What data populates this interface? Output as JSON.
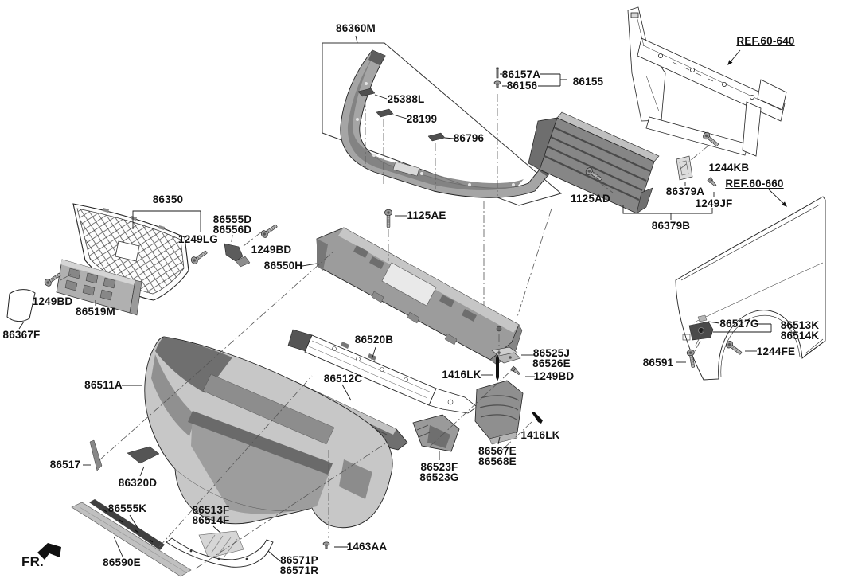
{
  "diagram": {
    "kind": "exploded-parts-diagram",
    "subject": "front bumper and grille assembly",
    "front_marker": "FR."
  },
  "labels": {
    "86360M": "86360M",
    "REF60_640": "REF.60-640",
    "86157A": "86157A",
    "86156": "86156",
    "86155": "86155",
    "25388L": "25388L",
    "28199": "28199",
    "86796": "86796",
    "1244KB": "1244KB",
    "1125AD": "1125AD",
    "86379A": "86379A",
    "REF60_660": "REF.60-660",
    "1249JF": "1249JF",
    "86379B": "86379B",
    "86350": "86350",
    "1249LG": "1249LG",
    "86555D": "86555D",
    "86556D": "86556D",
    "1249BD": "1249BD",
    "86550H": "86550H",
    "1125AE": "1125AE",
    "86519M": "86519M",
    "86367F": "86367F",
    "86520B": "86520B",
    "86525J": "86525J",
    "86526E": "86526E",
    "1416LK": "1416LK",
    "86517G": "86517G",
    "86513K": "86513K",
    "86514K": "86514K",
    "1244FE": "1244FE",
    "86591": "86591",
    "86511A": "86511A",
    "86512C": "86512C",
    "86523F": "86523F",
    "86523G": "86523G",
    "86567E": "86567E",
    "86568E": "86568E",
    "86517": "86517",
    "86320D": "86320D",
    "86555K": "86555K",
    "86513F": "86513F",
    "86514F": "86514F",
    "1463AA": "1463AA",
    "86590E": "86590E",
    "86571P": "86571P",
    "86571R": "86571R",
    "FR": "FR."
  }
}
